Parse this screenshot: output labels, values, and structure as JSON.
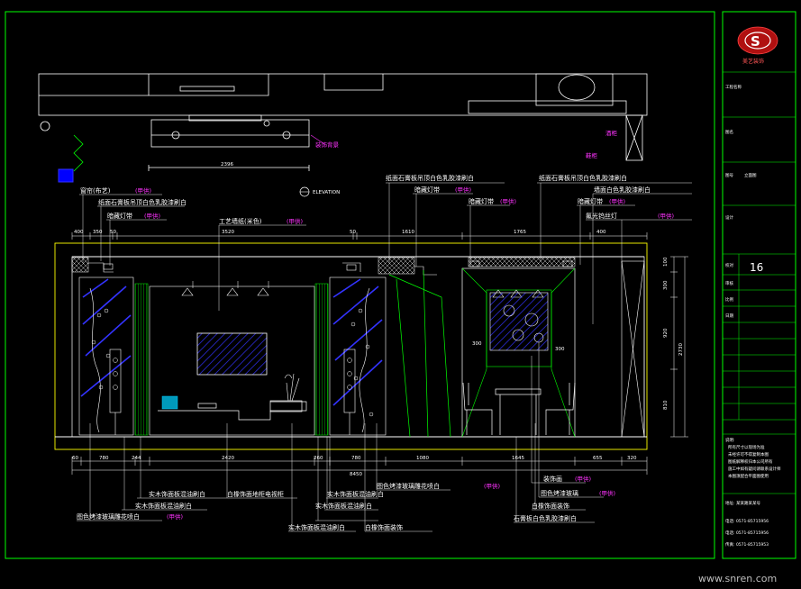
{
  "title_block": {
    "logo_text": "美艺装饰",
    "sheet_number": "16",
    "rows": [
      "工程名称",
      "图名",
      "图号",
      "设计",
      "校对",
      "审核",
      "比例",
      "日期"
    ],
    "notes_heading": "说明:",
    "notes": [
      "所有尺寸以现场为准",
      "未经许可不得复制本图",
      "图纸解释权归本公司所有",
      "施工中如有疑问请联系设计师",
      "本图须配合平面图使用"
    ],
    "contact_lines": [
      "地址: 某某路某某号",
      "电话: 0571-85715956",
      "电话: 0571-85715956",
      "传真: 0571-85715953"
    ],
    "elevation_label": "立面图"
  },
  "labels": {
    "elevation_marker": "ELEVATION",
    "plan_dim": "2396",
    "plan_label": "装饰背景",
    "plan_label_2": "酒柜",
    "plan_label_3": "鞋柜",
    "watermark": "www.snren.com"
  },
  "callouts_top": [
    {
      "text": "纸面石膏板吊顶白色乳胶漆刷白",
      "tag": ""
    },
    {
      "text": "暗藏灯带",
      "tag": "(甲供)"
    },
    {
      "text": "暗藏灯带",
      "tag": "(甲供)"
    },
    {
      "text": "纸面石膏板吊顶白色乳胶漆刷白",
      "tag": ""
    },
    {
      "text": "暗藏灯带",
      "tag": "(甲供)"
    },
    {
      "text": "墙面白色乳胶漆刷白",
      "tag": ""
    },
    {
      "text": "氟光钨丝灯",
      "tag": "(甲供)"
    },
    {
      "text": "窗帘(布艺)",
      "tag": "(甲供)"
    },
    {
      "text": "纸面石膏板吊顶白色乳胶漆刷白",
      "tag": ""
    },
    {
      "text": "暗藏灯带",
      "tag": "(甲供)"
    },
    {
      "text": "工艺墙纸(米色)",
      "tag": "(甲供)"
    }
  ],
  "top_dims": [
    "400",
    "350",
    "50",
    "3520",
    "50",
    "1610",
    "1765",
    "400"
  ],
  "bottom_dims": [
    "60",
    "780",
    "244",
    "2420",
    "260",
    "780",
    "1080",
    "1645",
    "655",
    "320"
  ],
  "total_dim": "8450",
  "right_dims": [
    "100",
    "300",
    "920",
    "810",
    "2730"
  ],
  "callouts_bottom": [
    {
      "text": "实木饰面板混油刷白",
      "tag": ""
    },
    {
      "text": "实木饰面板混油刷白",
      "tag": ""
    },
    {
      "text": "图色烤漆玻璃雕花喷白",
      "tag": "(甲供)"
    },
    {
      "text": "白橡饰面地柜电视柜",
      "tag": ""
    },
    {
      "text": "实木饰面板混油刷白",
      "tag": ""
    },
    {
      "text": "实木饰面板混油刷白",
      "tag": ""
    },
    {
      "text": "图色烤漆玻璃雕花喷白",
      "tag": "(甲供)"
    },
    {
      "text": "白橡饰面装饰",
      "tag": ""
    },
    {
      "text": "实木饰面板混油刷白",
      "tag": ""
    },
    {
      "text": "装饰画",
      "tag": "(甲供)"
    },
    {
      "text": "图色烤漆玻璃",
      "tag": "(甲供)"
    },
    {
      "text": "白橡饰面装饰",
      "tag": ""
    },
    {
      "text": "石膏板白色乳胶漆刷白",
      "tag": ""
    }
  ],
  "inset_dims": [
    "300",
    "300"
  ]
}
